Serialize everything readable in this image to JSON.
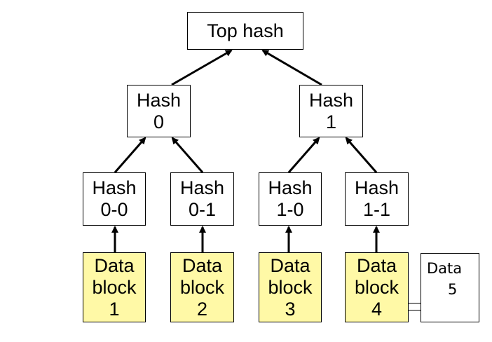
{
  "diagram": {
    "top": {
      "line1": "Top hash"
    },
    "hash0": {
      "line1": "Hash",
      "line2": "0"
    },
    "hash1": {
      "line1": "Hash",
      "line2": "1"
    },
    "hash00": {
      "line1": "Hash",
      "line2": "0-0"
    },
    "hash01": {
      "line1": "Hash",
      "line2": "0-1"
    },
    "hash10": {
      "line1": "Hash",
      "line2": "1-0"
    },
    "hash11": {
      "line1": "Hash",
      "line2": "1-1"
    },
    "block1": {
      "line1": "Data",
      "line2": "block",
      "line3": "1"
    },
    "block2": {
      "line1": "Data",
      "line2": "block",
      "line3": "2"
    },
    "block3": {
      "line1": "Data",
      "line2": "block",
      "line3": "3"
    },
    "block4": {
      "line1": "Data",
      "line2": "block",
      "line3": "4"
    },
    "data5": {
      "line1": "Data",
      "line2": "5"
    }
  },
  "colors": {
    "data_block_fill": "#fff9a6",
    "border": "#000000"
  }
}
